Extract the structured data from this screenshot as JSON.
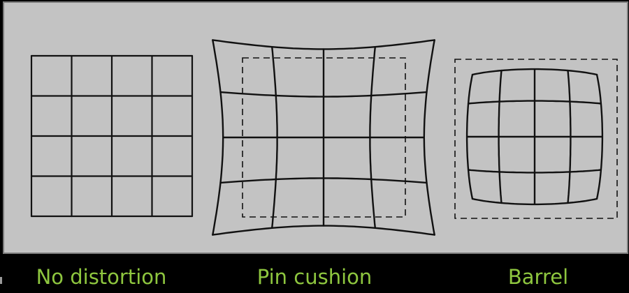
{
  "captions": {
    "no_distortion": "No distortion",
    "pin_cushion": "Pin cushion",
    "barrel": "Barrel"
  },
  "colors": {
    "background": "#000000",
    "panel": "#c3c3c3",
    "panel_border": "#7a7a7a",
    "line": "#111111",
    "caption": "#8ec63f",
    "edge_mark": "#9a9a9a"
  }
}
